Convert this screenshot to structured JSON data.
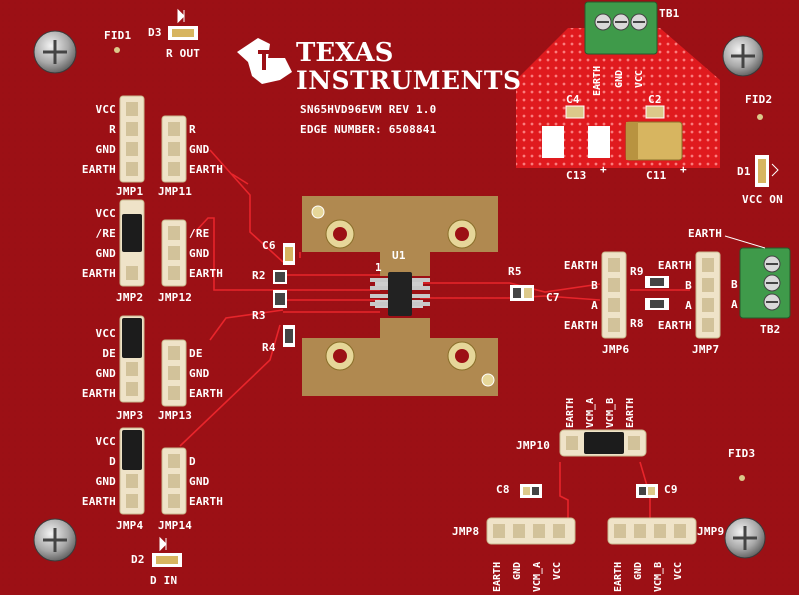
{
  "brand": {
    "line1": "TEXAS",
    "line2": "INSTRUMENTS"
  },
  "board": {
    "model": "SN65HVD96EVM REV 1.0",
    "edge_number": "EDGE NUMBER: 6508841"
  },
  "fiducials": {
    "fid1": "FID1",
    "fid2": "FID2",
    "fid3": "FID3"
  },
  "leds": {
    "d3": "D3",
    "d3_label": "R OUT",
    "d1": "D1",
    "d1_label": "VCC ON",
    "d2": "D2",
    "d2_label": "D IN"
  },
  "terminals": {
    "tb1": "TB1",
    "tb1_pins": [
      "EARTH",
      "GND",
      "VCC"
    ],
    "tb2": "TB2",
    "tb2_pins": [
      "B",
      "A"
    ],
    "tb2_earth": "EARTH"
  },
  "left_headers": {
    "jmp1": {
      "name": "JMP1",
      "pins": [
        "VCC",
        "R",
        "GND",
        "EARTH"
      ]
    },
    "jmp11": {
      "name": "JMP11",
      "pins": [
        "R",
        "GND",
        "EARTH"
      ]
    },
    "jmp2": {
      "name": "JMP2",
      "pins": [
        "VCC",
        "/RE",
        "GND",
        "EARTH"
      ]
    },
    "jmp12": {
      "name": "JMP12",
      "pins": [
        "/RE",
        "GND",
        "EARTH"
      ]
    },
    "jmp3": {
      "name": "JMP3",
      "pins": [
        "VCC",
        "DE",
        "GND",
        "EARTH"
      ]
    },
    "jmp13": {
      "name": "JMP13",
      "pins": [
        "DE",
        "GND",
        "EARTH"
      ]
    },
    "jmp4": {
      "name": "JMP4",
      "pins": [
        "VCC",
        "D",
        "GND",
        "EARTH"
      ]
    },
    "jmp14": {
      "name": "JMP14",
      "pins": [
        "D",
        "GND",
        "EARTH"
      ]
    }
  },
  "components": {
    "u1": "U1",
    "pin1": "1",
    "r2": "R2",
    "r3": "R3",
    "r4": "R4",
    "r5": "R5",
    "c6": "C6",
    "c7": "C7",
    "r8": "R8",
    "r9": "R9",
    "c2": "C2",
    "c4": "C4",
    "c11": "C11",
    "c13": "C13",
    "c8": "C8",
    "c9": "C9",
    "plus": "+"
  },
  "right_headers": {
    "jmp6": {
      "name": "JMP6",
      "pins": [
        "EARTH",
        "B",
        "A",
        "EARTH"
      ]
    },
    "jmp7": {
      "name": "JMP7",
      "pins": [
        "EARTH",
        "B",
        "A",
        "EARTH"
      ]
    }
  },
  "bottom_headers": {
    "jmp10": {
      "name": "JMP10",
      "pins": [
        "EARTH",
        "VCM_A",
        "VCM_B",
        "EARTH"
      ]
    },
    "jmp8": {
      "name": "JMP8",
      "pins": [
        "EARTH",
        "GND",
        "VCM_A",
        "VCC"
      ]
    },
    "jmp9": {
      "name": "JMP9",
      "pins": [
        "EARTH",
        "GND",
        "VCM_B",
        "VCC"
      ]
    }
  },
  "colors": {
    "board": "#9c1015",
    "board_dark": "#7d0a0e",
    "copper_pour": "#e01a1e",
    "pad_gold": "#dcc98a",
    "silk": "#ffffff",
    "header_ivory": "#efe3c8",
    "shunt_black": "#1c1c1c",
    "terminal_green": "#3f9a4a"
  }
}
